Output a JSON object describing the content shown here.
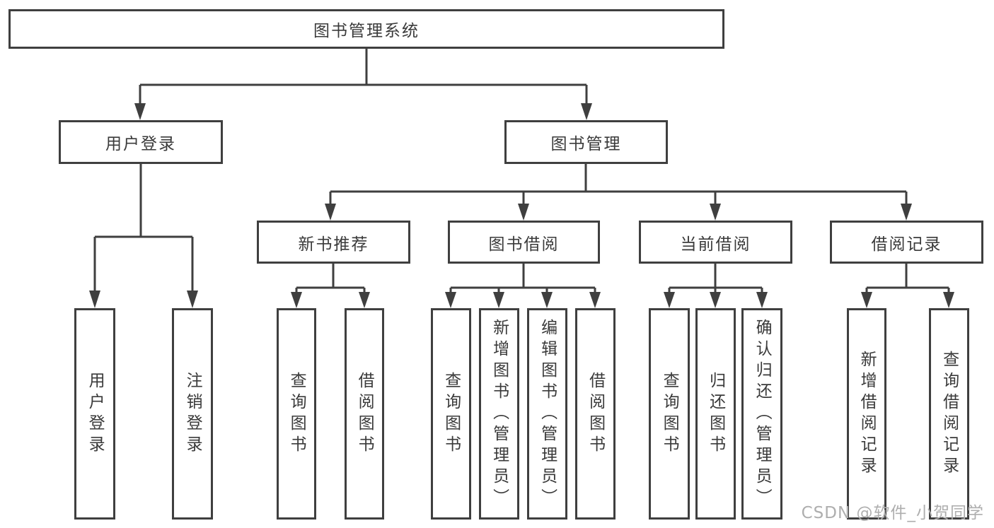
{
  "colors": {
    "line": "#3f3f3f",
    "border": "#3f3f3f",
    "text": "#3a3a3a",
    "watermark": "#aeaeae",
    "background": "#ffffff"
  },
  "tree": {
    "root": {
      "label": "图书管理系统"
    },
    "level2": [
      {
        "label": "用户登录"
      },
      {
        "label": "图书管理"
      }
    ],
    "level3": [
      {
        "label": "新书推荐",
        "parent": "图书管理"
      },
      {
        "label": "图书借阅",
        "parent": "图书管理"
      },
      {
        "label": "当前借阅",
        "parent": "图书管理"
      },
      {
        "label": "借阅记录",
        "parent": "图书管理"
      }
    ],
    "leaves": [
      {
        "label": "用户登录",
        "parent": "用户登录"
      },
      {
        "label": "注销登录",
        "parent": "用户登录"
      },
      {
        "label": "查询图书",
        "parent": "新书推荐"
      },
      {
        "label": "借阅图书",
        "parent": "新书推荐"
      },
      {
        "label": "查询图书",
        "parent": "图书借阅"
      },
      {
        "label": "新增图书（管理员）",
        "parent": "图书借阅"
      },
      {
        "label": "编辑图书（管理员）",
        "parent": "图书借阅"
      },
      {
        "label": "借阅图书",
        "parent": "图书借阅"
      },
      {
        "label": "查询图书",
        "parent": "当前借阅"
      },
      {
        "label": "归还图书",
        "parent": "当前借阅"
      },
      {
        "label": "确认归还（管理员）",
        "parent": "当前借阅"
      },
      {
        "label": "新增借阅记录",
        "parent": "借阅记录"
      },
      {
        "label": "查询借阅记录",
        "parent": "借阅记录"
      }
    ]
  },
  "watermark": {
    "text": "CSDN @软件_小贺同学"
  }
}
